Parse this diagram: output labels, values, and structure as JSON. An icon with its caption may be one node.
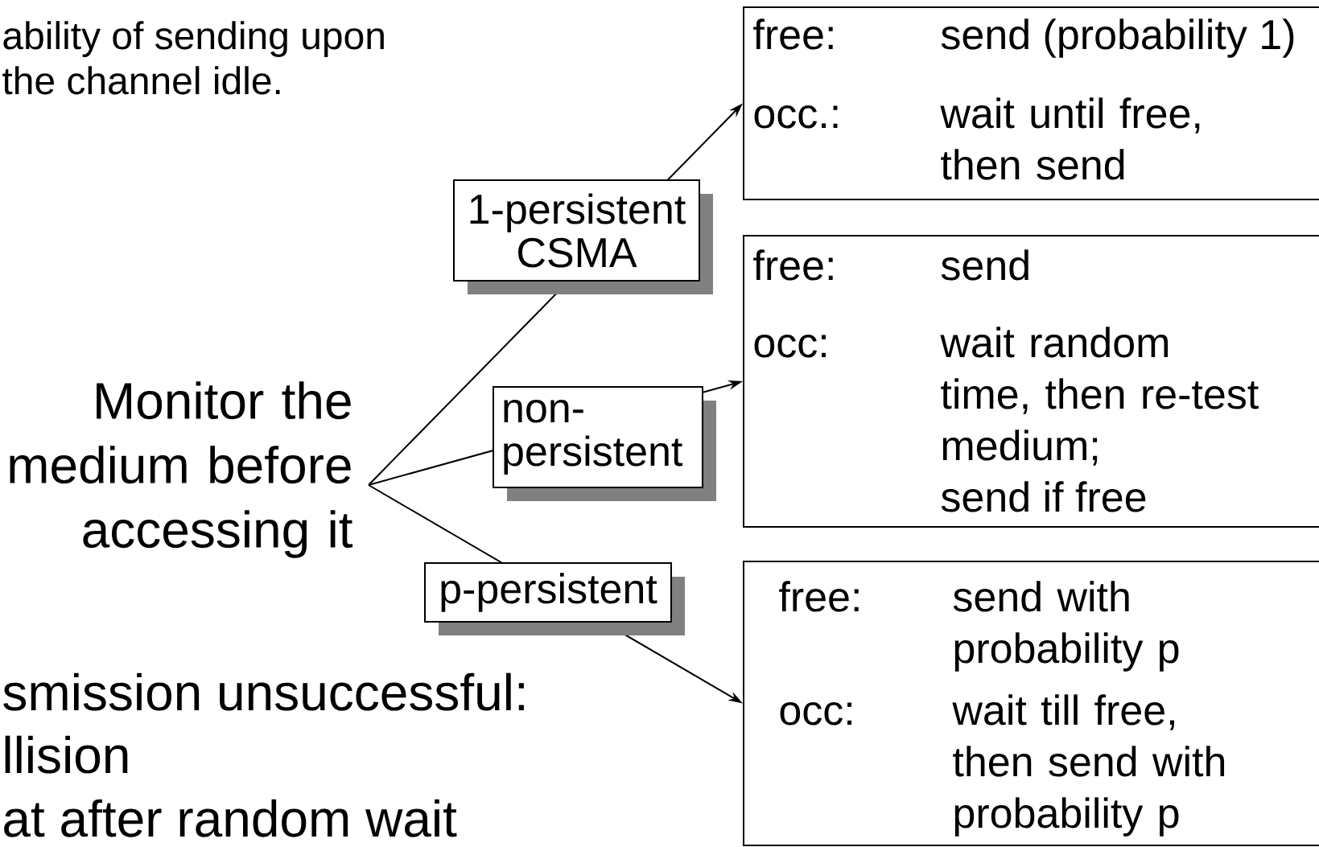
{
  "diagram": {
    "nodes": [
      {
        "text": [
          "Monitor the medium before accessing it"
        ]
      },
      {
        "text": [
          "free:",
          "send (probability 1)",
          "occ.:",
          "wait until free, then send"
        ]
      },
      {
        "text": [
          "free:",
          "send",
          "occ:",
          "wait random time, then re-test medium;",
          "send if free"
        ]
      },
      {
        "text": [
          "free:",
          "send with probability p",
          "occ:",
          "wait till free, then send with probability p"
        ]
      }
    ],
    "edges": [
      {
        "from": 0,
        "to": 1,
        "arrow": "to",
        "label": "1-persistent CSMA"
      },
      {
        "from": 0,
        "to": 2,
        "arrow": "to",
        "label": "non- persistent"
      },
      {
        "from": 0,
        "to": 3,
        "arrow": "to",
        "label": "p-persistent"
      }
    ],
    "labels": [
      "ability of sending upon",
      "the channel idle.",
      "smission unsuccessful:",
      "llision",
      "at after random wait"
    ]
  }
}
